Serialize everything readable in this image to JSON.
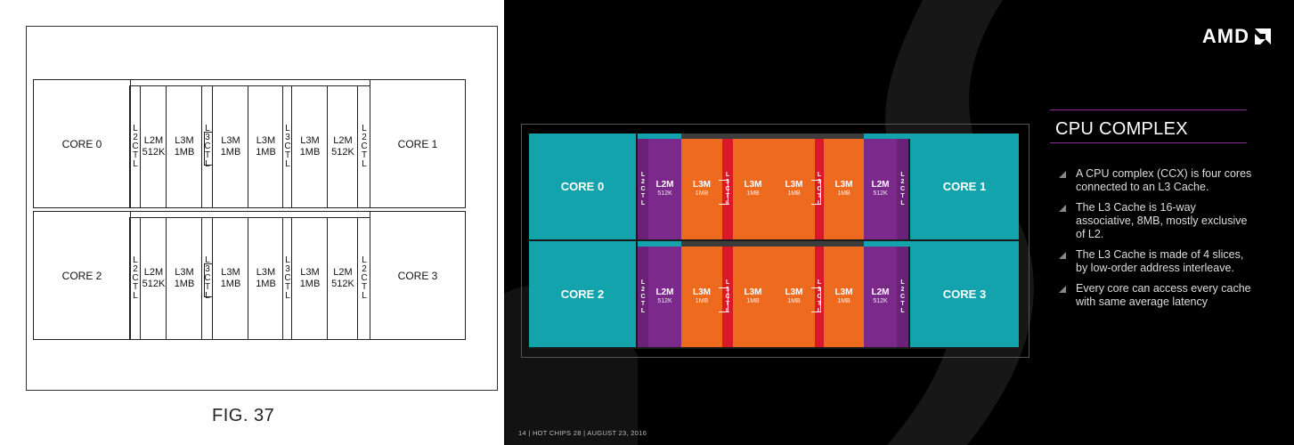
{
  "patent": {
    "caption": "FIG. 37",
    "rows": [
      {
        "left_core": "CORE 0",
        "right_core": "CORE 1"
      },
      {
        "left_core": "CORE 2",
        "right_core": "CORE 3"
      }
    ],
    "l2ctl": "L 2 C T L",
    "l3ctl": "L 3 C T L",
    "l2m": [
      "L2M",
      "512K"
    ],
    "l3m": [
      "L3M",
      "1MB"
    ]
  },
  "slide": {
    "logo": "AMD",
    "title": "CPU COMPLEX",
    "bullets": [
      "A CPU complex (CCX) is four cores connected to an L3 Cache.",
      "The L3 Cache is 16-way associative, 8MB, mostly exclusive of L2.",
      "The L3 Cache is made of 4 slices, by low-order address interleave.",
      "Every core can access every cache with same average latency"
    ],
    "footer": "14  |  HOT CHIPS 28  |  AUGUST 23, 2016",
    "rows": [
      {
        "left_core": "CORE 0",
        "right_core": "CORE 1"
      },
      {
        "left_core": "CORE 2",
        "right_core": "CORE 3"
      }
    ],
    "colors": {
      "core": "#12a3ad",
      "l2": "#7b2a8c",
      "l3": "#ee6a1f",
      "l3ctl": "#d9182a",
      "accent_rule": "#8a2a96"
    }
  }
}
